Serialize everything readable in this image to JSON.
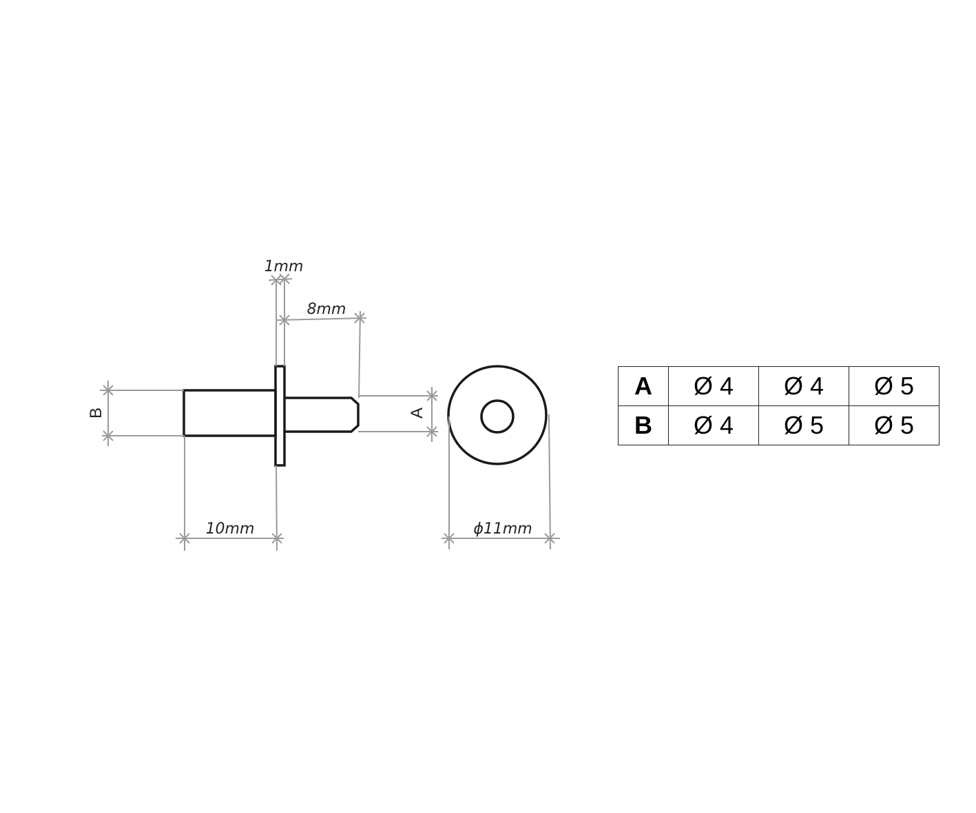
{
  "drawing": {
    "labels": {
      "flange_thickness": "1mm",
      "pin_length": "8mm",
      "shaft_length": "10mm",
      "outer_diameter": "ϕ11mm",
      "dim_a": "A",
      "dim_b": "B"
    }
  },
  "table": {
    "rows": [
      {
        "label": "A",
        "values": [
          "Ø 4",
          "Ø 4",
          "Ø 5"
        ]
      },
      {
        "label": "B",
        "values": [
          "Ø 4",
          "Ø 5",
          "Ø 5"
        ]
      }
    ]
  }
}
